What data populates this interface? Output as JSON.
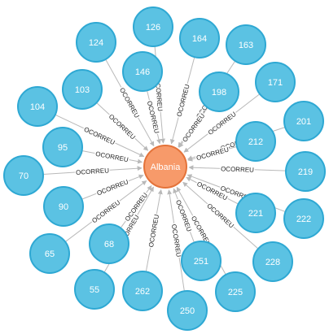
{
  "center": {
    "label": "Albania",
    "fill": "#f79a6a",
    "stroke": "#e4733a"
  },
  "relation_label": "OCORREU",
  "colors": {
    "node_fill": "#5bc2e3",
    "node_stroke": "#2ea8d3",
    "edge": "#b9b9b9"
  },
  "nodes": [
    {
      "id": "126",
      "label": "126"
    },
    {
      "id": "124",
      "label": "124"
    },
    {
      "id": "164",
      "label": "164"
    },
    {
      "id": "163",
      "label": "163"
    },
    {
      "id": "146",
      "label": "146"
    },
    {
      "id": "171",
      "label": "171"
    },
    {
      "id": "198",
      "label": "198"
    },
    {
      "id": "103",
      "label": "103"
    },
    {
      "id": "104",
      "label": "104"
    },
    {
      "id": "201",
      "label": "201"
    },
    {
      "id": "212",
      "label": "212"
    },
    {
      "id": "95",
      "label": "95"
    },
    {
      "id": "219",
      "label": "219"
    },
    {
      "id": "70",
      "label": "70"
    },
    {
      "id": "90",
      "label": "90"
    },
    {
      "id": "221",
      "label": "221"
    },
    {
      "id": "222",
      "label": "222"
    },
    {
      "id": "68",
      "label": "68"
    },
    {
      "id": "65",
      "label": "65"
    },
    {
      "id": "228",
      "label": "228"
    },
    {
      "id": "251",
      "label": "251"
    },
    {
      "id": "55",
      "label": "55"
    },
    {
      "id": "262",
      "label": "262"
    },
    {
      "id": "225",
      "label": "225"
    },
    {
      "id": "250",
      "label": "250"
    }
  ]
}
